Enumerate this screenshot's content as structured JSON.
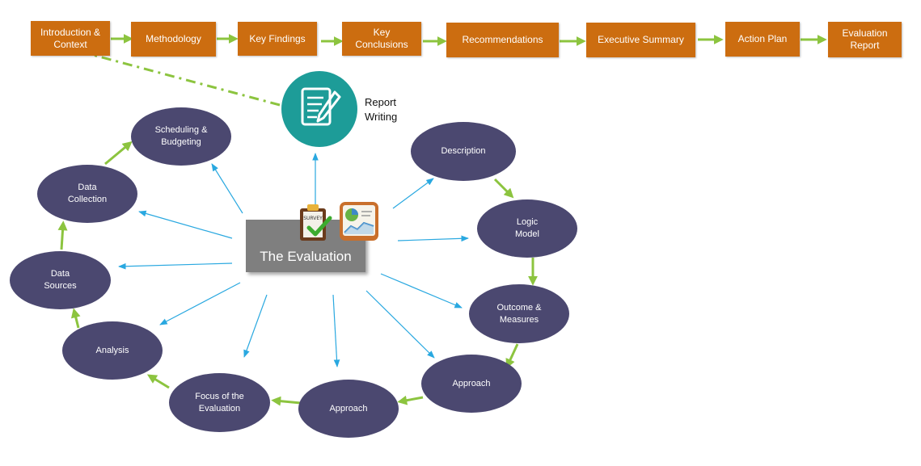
{
  "top_flow": [
    {
      "id": "intro",
      "label": "Introduction &\nContext"
    },
    {
      "id": "methodology",
      "label": "Methodology"
    },
    {
      "id": "key-findings",
      "label": "Key Findings"
    },
    {
      "id": "key-conclusions",
      "label": "Key\nConclusions"
    },
    {
      "id": "recommendations",
      "label": "Recommendations"
    },
    {
      "id": "executive-summary",
      "label": "Executive Summary"
    },
    {
      "id": "action-plan",
      "label": "Action Plan"
    },
    {
      "id": "evaluation-report",
      "label": "Evaluation\nReport"
    }
  ],
  "report": {
    "label": "Report\nWriting",
    "icon": "document-pen-icon"
  },
  "center": {
    "label": "The Evaluation",
    "icons": [
      "survey-clipboard-icon",
      "chart-report-icon"
    ],
    "survey_text": "SURVEY"
  },
  "cycle": [
    {
      "id": "description",
      "label": "Description"
    },
    {
      "id": "logic-model",
      "label": "Logic\nModel"
    },
    {
      "id": "outcome-measures",
      "label": "Outcome &\nMeasures"
    },
    {
      "id": "approach-1",
      "label": "Approach"
    },
    {
      "id": "approach-2",
      "label": "Approach"
    },
    {
      "id": "focus",
      "label": "Focus of the\nEvaluation"
    },
    {
      "id": "analysis",
      "label": "Analysis"
    },
    {
      "id": "data-sources",
      "label": "Data\nSources"
    },
    {
      "id": "data-collection",
      "label": "Data\nCollection"
    },
    {
      "id": "scheduling",
      "label": "Scheduling &\nBudgeting"
    }
  ],
  "colors": {
    "box": "#cc6d10",
    "oval": "#4b4870",
    "flow_arrow": "#8cc43f",
    "spoke_arrow": "#29a8e0",
    "report_circle": "#1d9c98",
    "center_box": "#7f7f7f"
  }
}
